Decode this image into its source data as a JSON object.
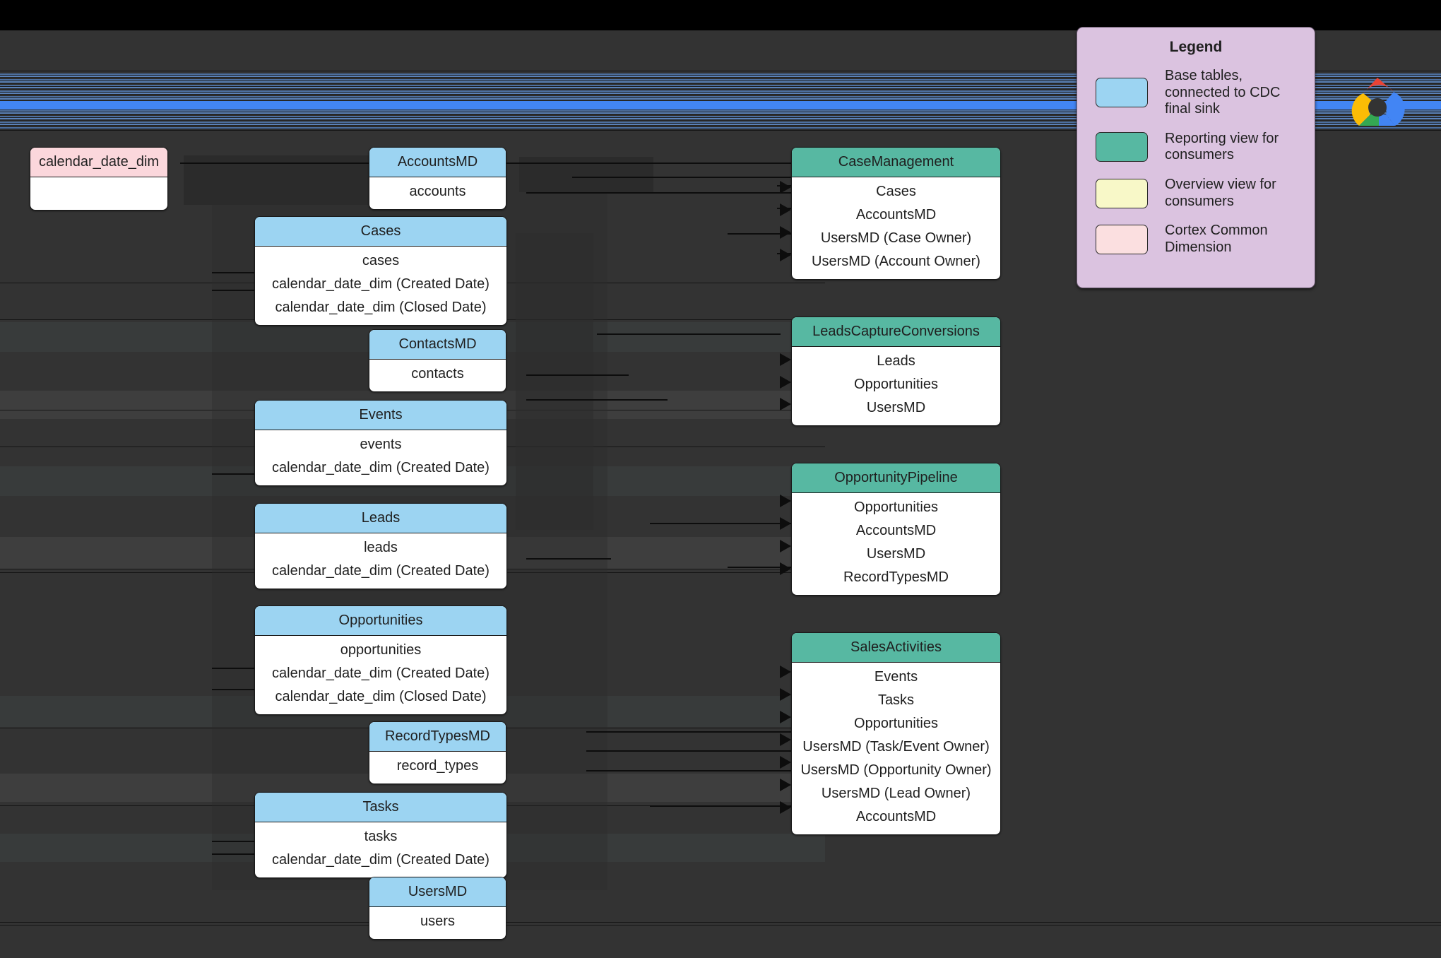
{
  "meta": {
    "background_color": "#333333",
    "diagram_type": "entity-relationship / data-model lineage"
  },
  "legend": {
    "title": "Legend",
    "items": [
      {
        "color": "#9CD4F2",
        "label": "Base tables, connected to CDC final sink",
        "swatch_name": "legend-swatch-base-tables"
      },
      {
        "color": "#57B8A2",
        "label": "Reporting view for consumers",
        "swatch_name": "legend-swatch-reporting-view"
      },
      {
        "color": "#F8F8C8",
        "label": "Overview view for consumers",
        "swatch_name": "legend-swatch-overview-view"
      },
      {
        "color": "#FBDFE0",
        "label": "Cortex Common Dimension",
        "swatch_name": "legend-swatch-cortex-dimension"
      }
    ]
  },
  "brand": {
    "logo_name": "google-cloud-logo"
  },
  "nodes": {
    "calendar_date_dim": {
      "title": "calendar_date_dim",
      "kind": "cortex-common-dimension",
      "rows": []
    },
    "accountsmd": {
      "title": "AccountsMD",
      "kind": "base-table",
      "rows": [
        "accounts"
      ]
    },
    "cases": {
      "title": "Cases",
      "kind": "base-table",
      "rows": [
        "cases",
        "calendar_date_dim (Created Date)",
        "calendar_date_dim (Closed Date)"
      ]
    },
    "contactsmd": {
      "title": "ContactsMD",
      "kind": "base-table",
      "rows": [
        "contacts"
      ]
    },
    "events": {
      "title": "Events",
      "kind": "base-table",
      "rows": [
        "events",
        "calendar_date_dim (Created Date)"
      ]
    },
    "leads": {
      "title": "Leads",
      "kind": "base-table",
      "rows": [
        "leads",
        "calendar_date_dim (Created Date)"
      ]
    },
    "opportunities": {
      "title": "Opportunities",
      "kind": "base-table",
      "rows": [
        "opportunities",
        "calendar_date_dim (Created Date)",
        "calendar_date_dim (Closed Date)"
      ]
    },
    "recordtypesmd": {
      "title": "RecordTypesMD",
      "kind": "base-table",
      "rows": [
        "record_types"
      ]
    },
    "tasks": {
      "title": "Tasks",
      "kind": "base-table",
      "rows": [
        "tasks",
        "calendar_date_dim (Created Date)"
      ]
    },
    "usersmd": {
      "title": "UsersMD",
      "kind": "base-table",
      "rows": [
        "users"
      ]
    },
    "casemanagement": {
      "title": "CaseManagement",
      "kind": "reporting-view",
      "rows": [
        "Cases",
        "AccountsMD",
        "UsersMD (Case Owner)",
        "UsersMD (Account Owner)"
      ]
    },
    "leadscaptureconversions": {
      "title": "LeadsCaptureConversions",
      "kind": "reporting-view",
      "rows": [
        "Leads",
        "Opportunities",
        "UsersMD"
      ]
    },
    "opportunitypipeline": {
      "title": "OpportunityPipeline",
      "kind": "reporting-view",
      "rows": [
        "Opportunities",
        "AccountsMD",
        "UsersMD",
        "RecordTypesMD"
      ]
    },
    "salesactivities": {
      "title": "SalesActivities",
      "kind": "reporting-view",
      "rows": [
        "Events",
        "Tasks",
        "Opportunities",
        "UsersMD (Task/Event Owner)",
        "UsersMD (Opportunity Owner)",
        "UsersMD (Lead Owner)",
        "AccountsMD"
      ]
    }
  }
}
